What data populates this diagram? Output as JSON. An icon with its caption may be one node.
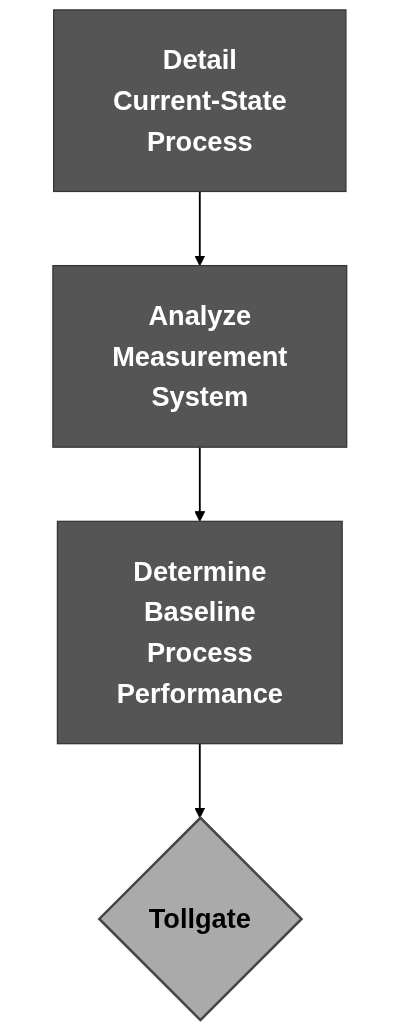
{
  "diagram": {
    "nodes": [
      {
        "text": [
          "Detail Current-State Process"
        ]
      },
      {
        "text": [
          "Analyze Measurement System"
        ]
      },
      {
        "text": [
          "Determine Baseline Process Performance"
        ]
      },
      {
        "text": [
          "Tollgate"
        ]
      }
    ],
    "edges": [
      {
        "from": 0,
        "to": 1,
        "arrow": "to"
      },
      {
        "from": 1,
        "to": 2,
        "arrow": "to"
      },
      {
        "from": 2,
        "to": 3,
        "arrow": "to"
      }
    ]
  }
}
